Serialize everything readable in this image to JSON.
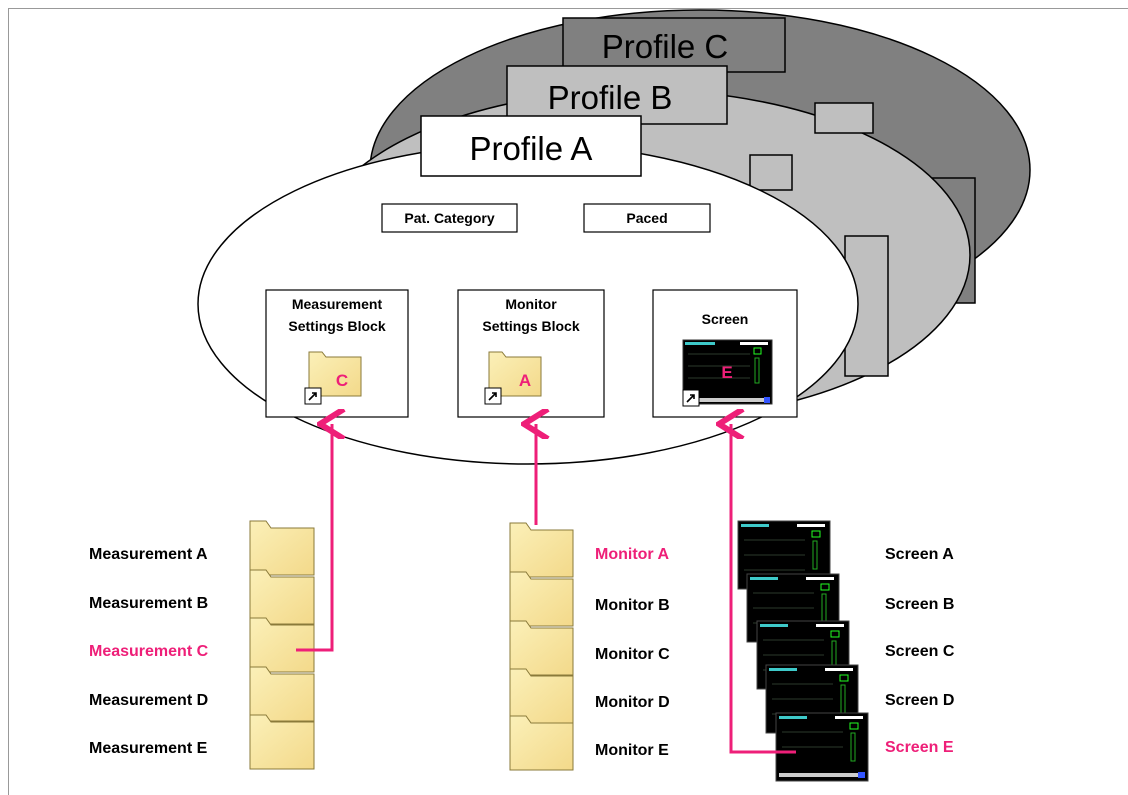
{
  "profiles": [
    {
      "id": "c",
      "label": "Profile C"
    },
    {
      "id": "b",
      "label": "Profile B"
    },
    {
      "id": "a",
      "label": "Profile A"
    }
  ],
  "profile_a": {
    "pat_category": "Pat. Category",
    "paced": "Paced",
    "measurement_block_line1": "Measurement",
    "measurement_block_line2": "Settings Block",
    "measurement_block_letter": "C",
    "monitor_block_line1": "Monitor",
    "monitor_block_line2": "Settings Block",
    "monitor_block_letter": "A",
    "screen_block_label": "Screen",
    "screen_block_letter": "E"
  },
  "measurements": {
    "items": [
      "Measurement A",
      "Measurement B",
      "Measurement C",
      "Measurement D",
      "Measurement E"
    ],
    "selected": "Measurement C"
  },
  "monitors": {
    "items": [
      "Monitor A",
      "Monitor B",
      "Monitor C",
      "Monitor D",
      "Monitor E"
    ],
    "selected": "Monitor A"
  },
  "screens": {
    "items": [
      "Screen A",
      "Screen B",
      "Screen C",
      "Screen D",
      "Screen E"
    ],
    "selected": "Screen E"
  },
  "colors": {
    "highlight": "#ee1f78",
    "profile_c_fill": "#808080",
    "profile_b_fill": "#bfbfbf",
    "profile_a_fill": "#ffffff",
    "folder_fill": "#f7e79a"
  }
}
